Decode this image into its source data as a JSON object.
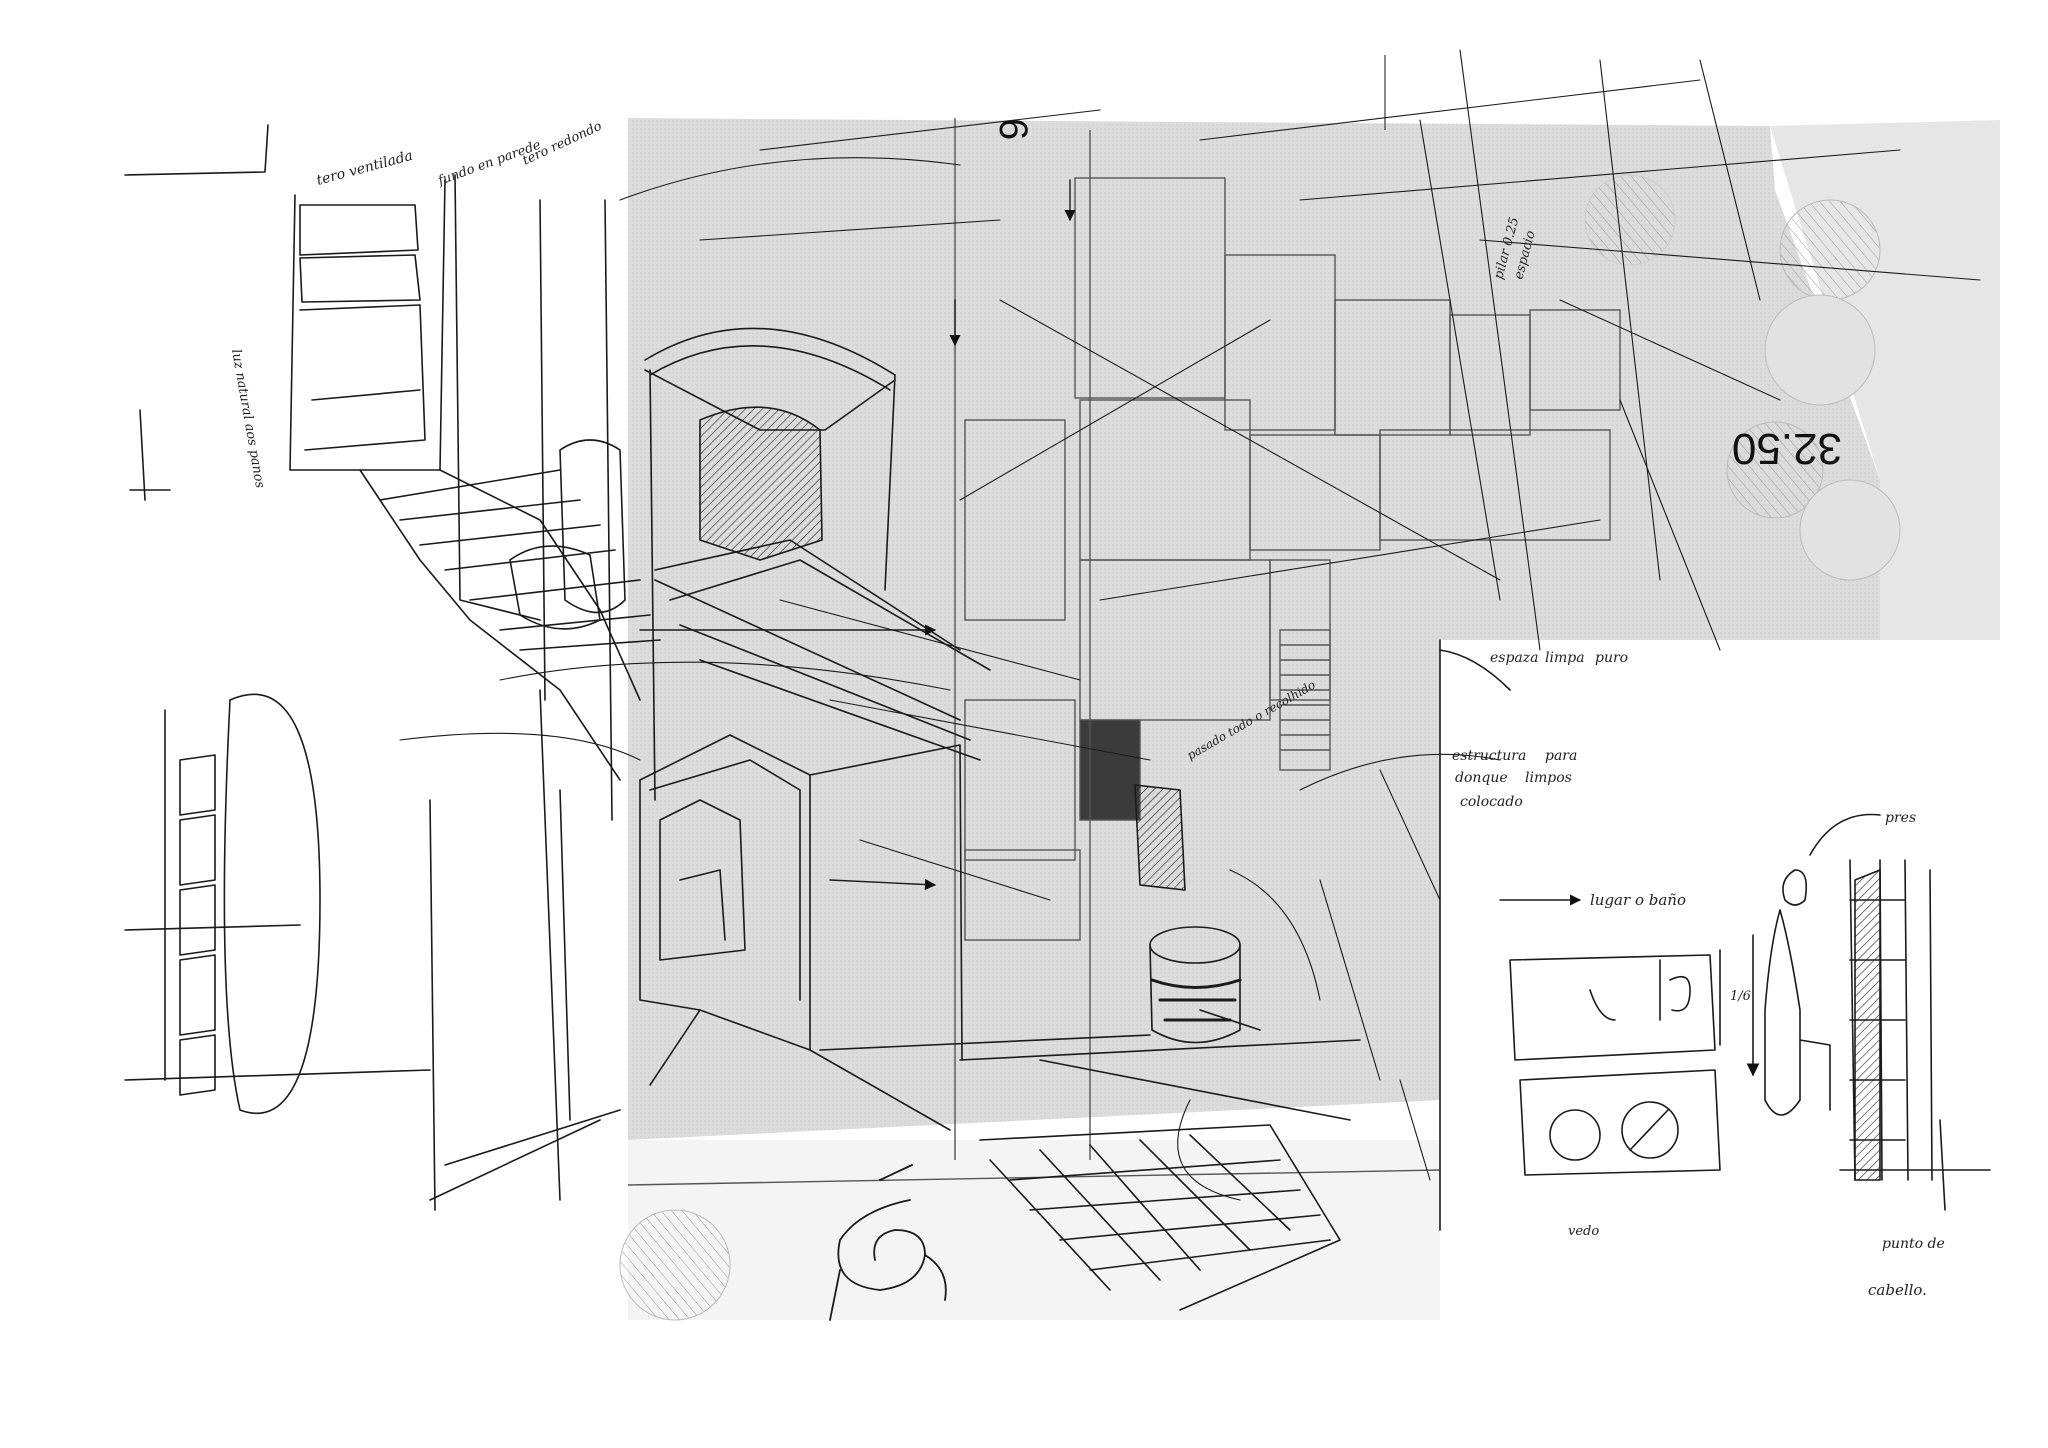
{
  "sheet": {
    "paper_color": "#ffffff",
    "plan_tone": "#d9d9d9",
    "ink_color": "#1a1a1a"
  },
  "plan": {
    "level_marker": "32.50",
    "grid_marker": "6"
  },
  "annotations": {
    "top_left_1": "tero ventilada",
    "top_left_2": "fundo en parede",
    "top_left_3": "tero redondo",
    "left_side": "luz natural aos panos",
    "right_upper_1": "pilar 0.25",
    "right_upper_2": "espacio",
    "right_mid_1": "espaza",
    "right_mid_2": "limpa",
    "right_mid_3": "puro",
    "right_mid_4": "estructura",
    "right_mid_5": "para",
    "right_mid_6": "donque",
    "right_mid_7": "limpos",
    "right_mid_8": "colocado",
    "center_note": "pasado todo o recolhido",
    "right_detail": "lugar o baño",
    "right_far_1": "pres",
    "dim_label": "1/6",
    "right_bottom_1": "punto de",
    "right_bottom_2": "cabello.",
    "bottom_small": "vedo"
  },
  "icons": {
    "arrow": "arrow-right-icon",
    "north": "spiral-north-icon"
  }
}
